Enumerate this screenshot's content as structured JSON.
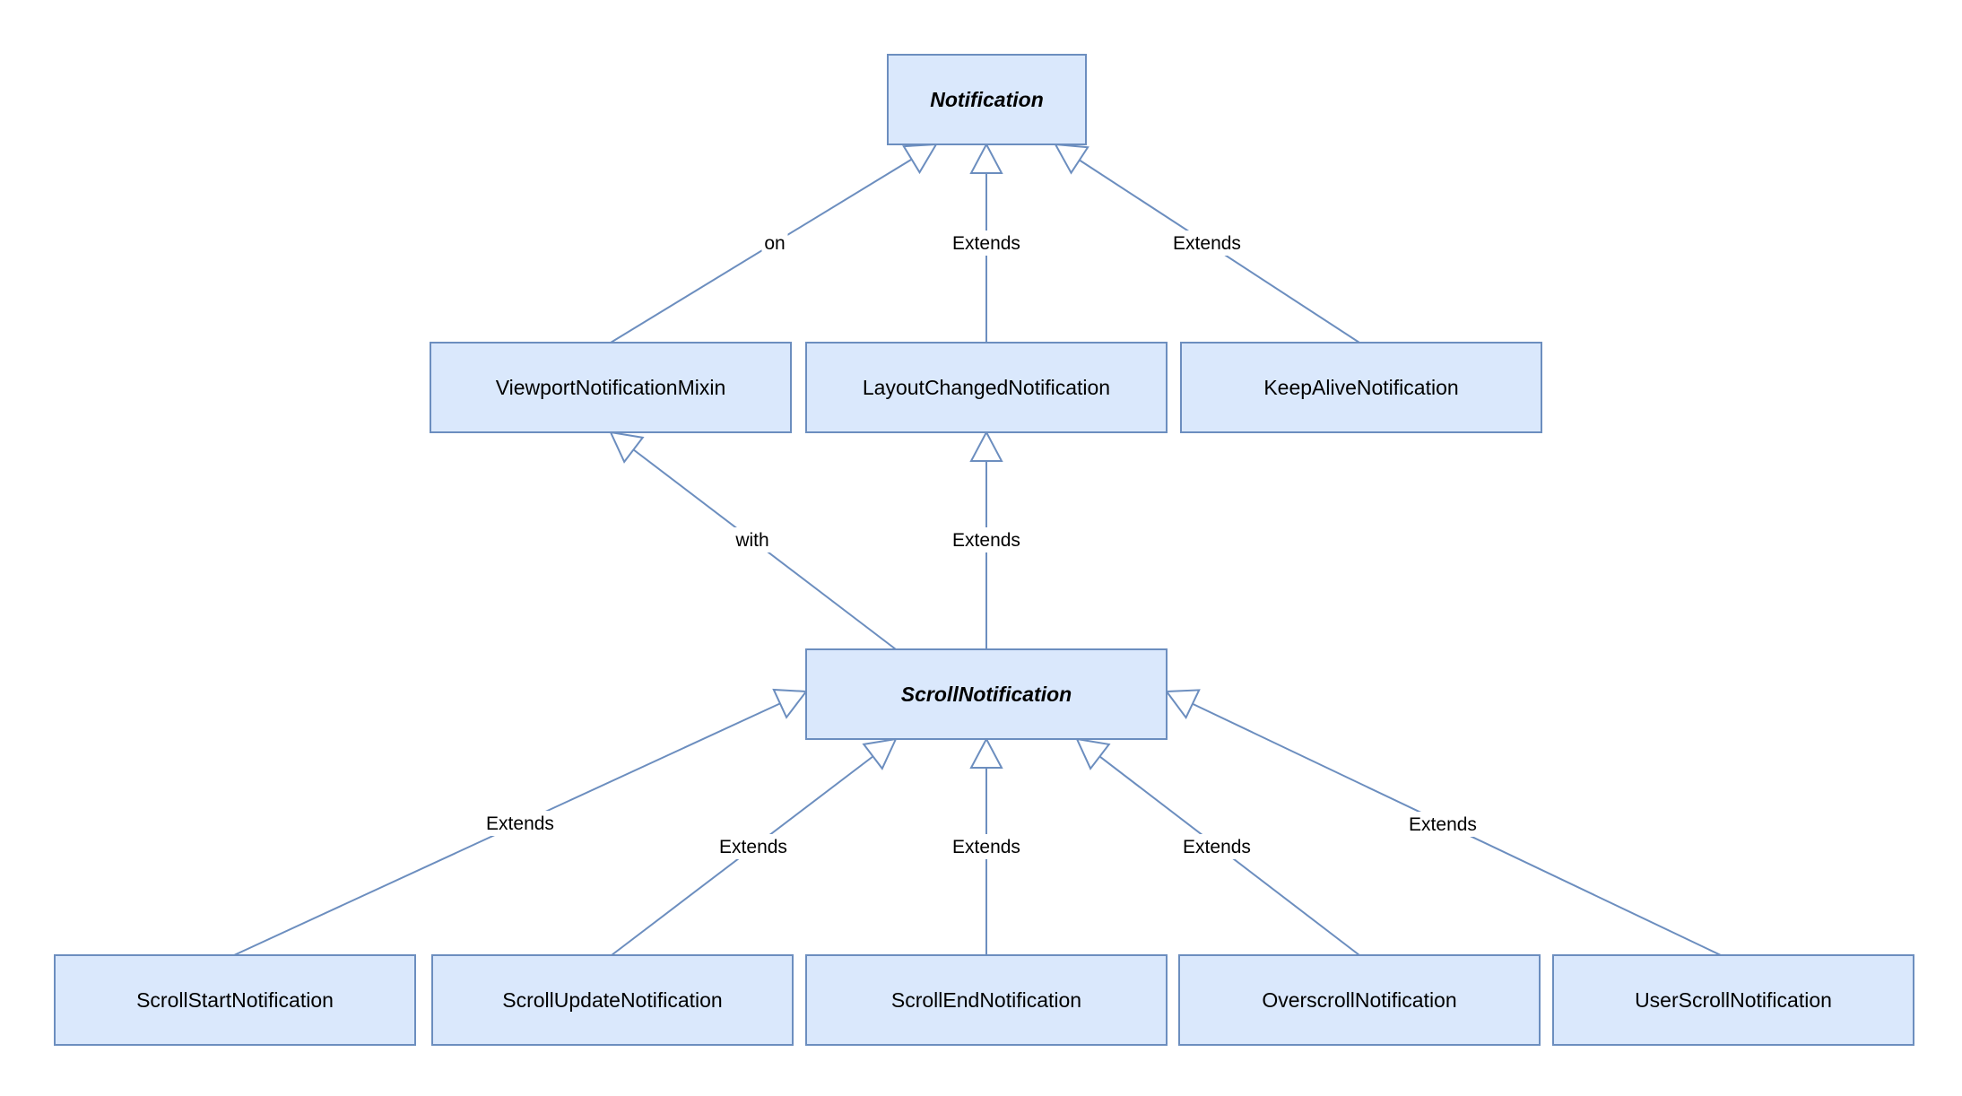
{
  "colors": {
    "node_fill": "#dae8fc",
    "node_stroke": "#6c8ebf",
    "edge_stroke": "#6c8ebf",
    "text": "#000000",
    "background": "#ffffff"
  },
  "nodes": [
    {
      "id": "notification",
      "label": "Notification",
      "abstract": true
    },
    {
      "id": "viewport_mixin",
      "label": "ViewportNotificationMixin",
      "abstract": false
    },
    {
      "id": "layout_changed",
      "label": "LayoutChangedNotification",
      "abstract": false
    },
    {
      "id": "keep_alive",
      "label": "KeepAliveNotification",
      "abstract": false
    },
    {
      "id": "scroll",
      "label": "ScrollNotification",
      "abstract": true
    },
    {
      "id": "scroll_start",
      "label": "ScrollStartNotification",
      "abstract": false
    },
    {
      "id": "scroll_update",
      "label": "ScrollUpdateNotification",
      "abstract": false
    },
    {
      "id": "scroll_end",
      "label": "ScrollEndNotification",
      "abstract": false
    },
    {
      "id": "overscroll",
      "label": "OverscrollNotification",
      "abstract": false
    },
    {
      "id": "user_scroll",
      "label": "UserScrollNotification",
      "abstract": false
    }
  ],
  "edges": [
    {
      "from": "viewport_mixin",
      "to": "notification",
      "label": "on"
    },
    {
      "from": "layout_changed",
      "to": "notification",
      "label": "Extends"
    },
    {
      "from": "keep_alive",
      "to": "notification",
      "label": "Extends"
    },
    {
      "from": "scroll",
      "to": "viewport_mixin",
      "label": "with"
    },
    {
      "from": "scroll",
      "to": "layout_changed",
      "label": "Extends"
    },
    {
      "from": "scroll_start",
      "to": "scroll",
      "label": "Extends"
    },
    {
      "from": "scroll_update",
      "to": "scroll",
      "label": "Extends"
    },
    {
      "from": "scroll_end",
      "to": "scroll",
      "label": "Extends"
    },
    {
      "from": "overscroll",
      "to": "scroll",
      "label": "Extends"
    },
    {
      "from": "user_scroll",
      "to": "scroll",
      "label": "Extends"
    }
  ]
}
